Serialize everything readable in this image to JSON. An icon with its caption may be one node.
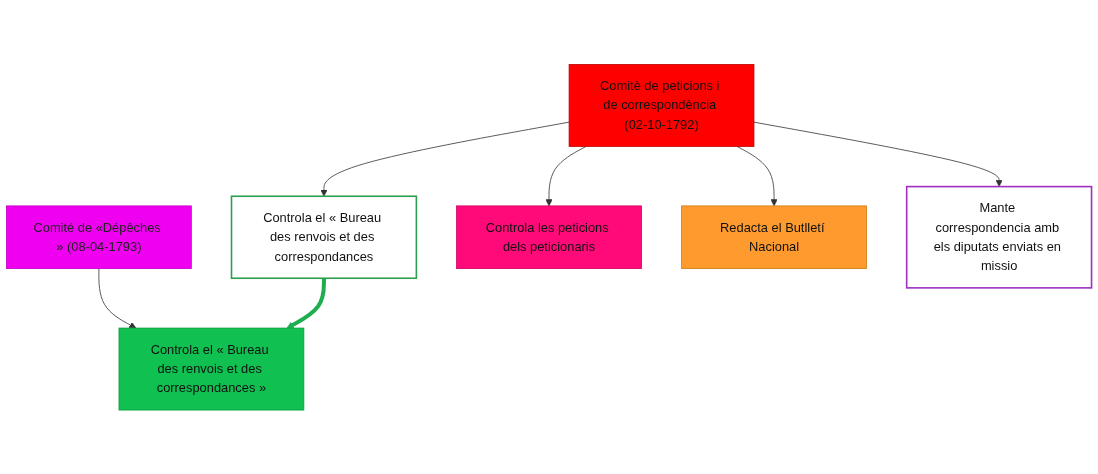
{
  "diagram": {
    "nodes": [
      {
        "text": [
          "Comité de «Dépêches » (08-04-1793)"
        ]
      },
      {
        "text": [
          "Controla el « Bureau des renvois et des correspondances »"
        ]
      },
      {
        "text": [
          "Comitè de peticions i de correspondència (02-10-1792)"
        ]
      },
      {
        "text": [
          "Controla el « Bureau des renvois et des correspondances"
        ]
      },
      {
        "text": [
          "Controla les peticions dels peticionaris"
        ]
      },
      {
        "text": [
          "Redacta el Butlletí Nacional"
        ]
      },
      {
        "text": [
          "Mante correspondencia amb els diputats enviats en missio"
        ]
      }
    ],
    "edges": [
      {
        "from": 0,
        "to": 1,
        "arrow": "to"
      },
      {
        "from": 2,
        "to": 3,
        "arrow": "to"
      },
      {
        "from": 2,
        "to": 4,
        "arrow": "to"
      },
      {
        "from": 2,
        "to": 5,
        "arrow": "to"
      },
      {
        "from": 2,
        "to": 6,
        "arrow": "to"
      },
      {
        "from": 3,
        "to": 1,
        "arrow": "to",
        "style": "thick",
        "color": "#1fae4f"
      }
    ]
  }
}
